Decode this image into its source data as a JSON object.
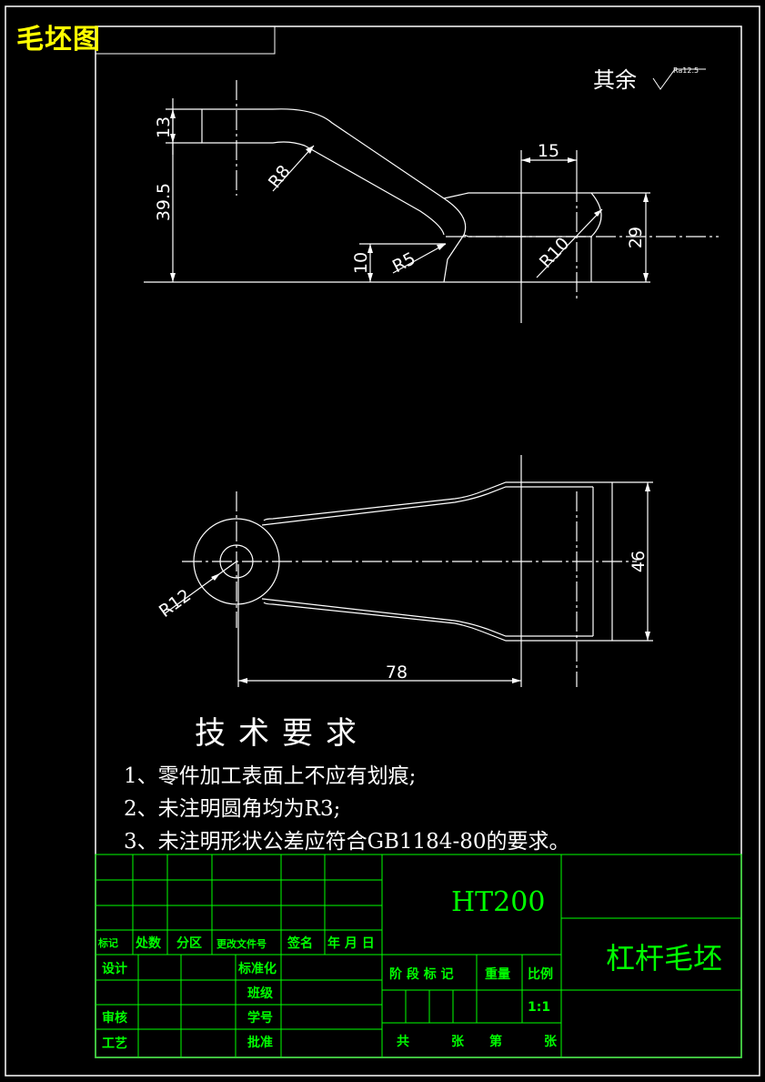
{
  "sheet_title": "毛坯图",
  "roughness": {
    "label": "其余",
    "value": "Ra12.5"
  },
  "dimensions": {
    "d13": "13",
    "d39_5": "39.5",
    "r8": "R8",
    "d15": "15",
    "d29": "29",
    "d10": "10",
    "r5": "R5",
    "r10": "R10",
    "d46": "46",
    "r12": "R12",
    "d78": "78"
  },
  "tech": {
    "heading": "技术要求",
    "notes": [
      "1、零件加工表面上不应有划痕;",
      "2、未注明圆角均为R3;",
      "3、未注明形状公差应符合GB1184-80的要求。"
    ]
  },
  "title_block": {
    "material": "HT200",
    "part_name": "杠杆毛坯",
    "rev_header": [
      "标记",
      "处数",
      "分区",
      "更改文件号",
      "签名",
      "年 月 日"
    ],
    "design": "设计",
    "standardize": "标准化",
    "class": "班级",
    "review": "审核",
    "student_no": "学号",
    "process": "工艺",
    "approve": "批准",
    "stage_mark": "阶 段 标 记",
    "weight": "重量",
    "scale_label": "比例",
    "scale_value": "1:1",
    "sheet_total": "共",
    "sheet_unit1": "张",
    "sheet_no": "第",
    "sheet_unit2": "张"
  }
}
